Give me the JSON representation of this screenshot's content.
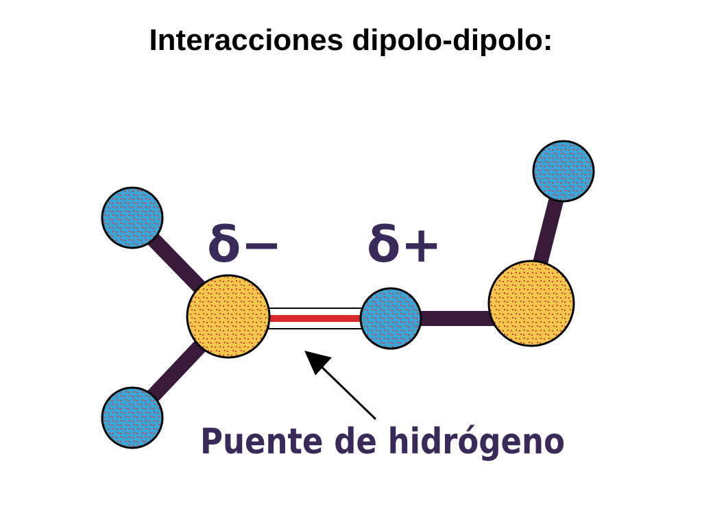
{
  "slide": {
    "title": "Interacciones dipolo-dipolo:"
  },
  "diagram": {
    "partial_negative_label": "δ−",
    "partial_positive_label": "δ+",
    "bond_label": "Puente de hidrógeno",
    "colors": {
      "oxygen_fill": "#f4c84a",
      "hydrogen_fill": "#3aa6d8",
      "dot_color": "#d83a3a",
      "bond_color": "#3a1a3a",
      "label_color": "#3a2a5a",
      "hydrogen_bond_red": "#d8282a"
    }
  }
}
